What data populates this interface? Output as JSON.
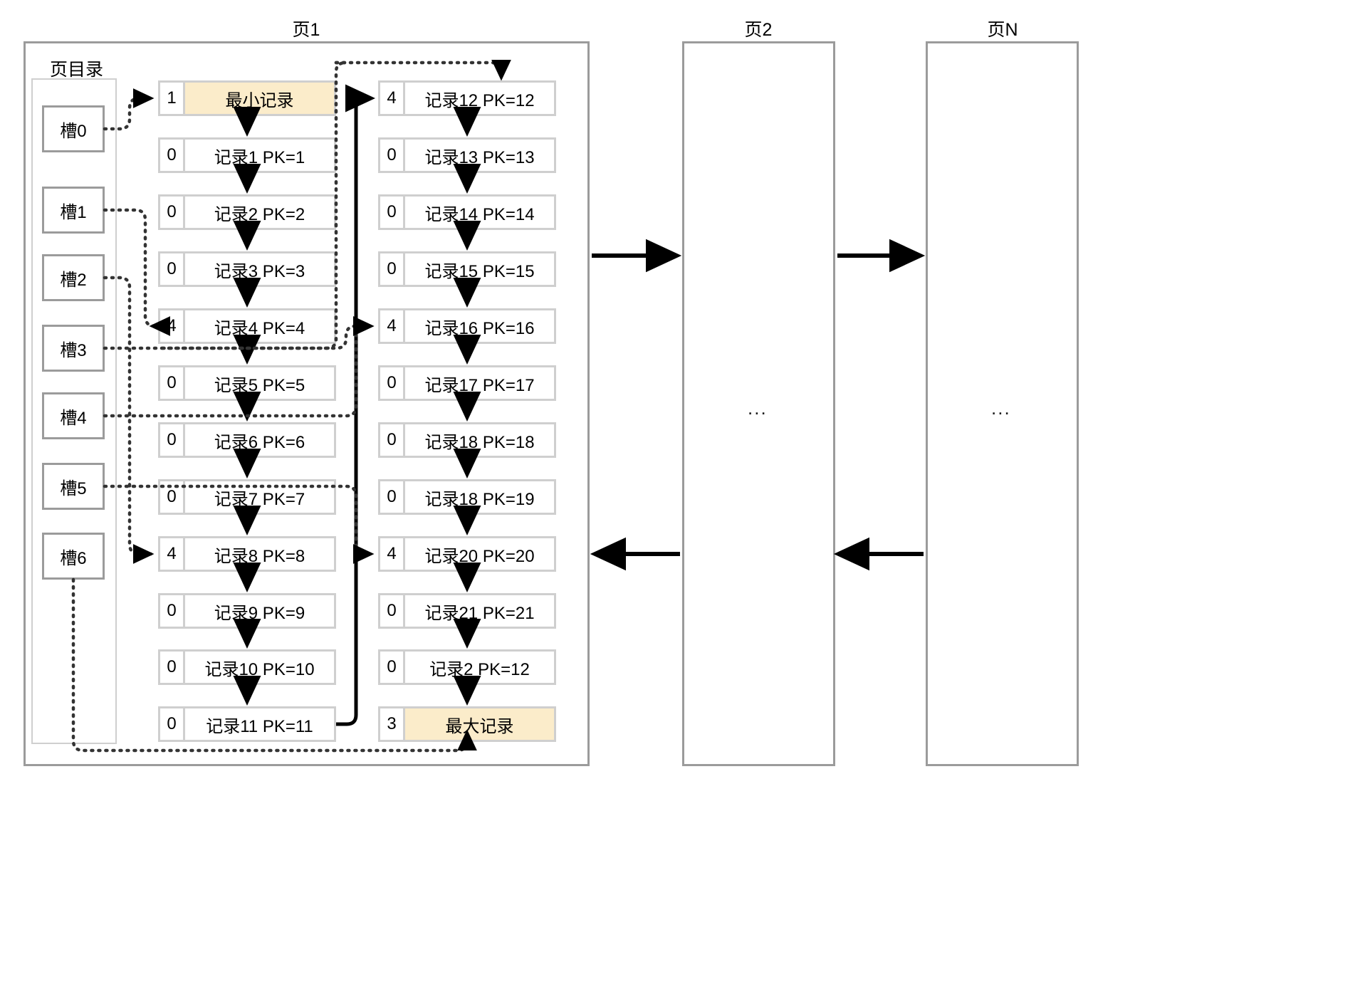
{
  "pages": [
    {
      "title": "页1"
    },
    {
      "title": "页2",
      "ellipsis": "..."
    },
    {
      "title": "页N",
      "ellipsis": "..."
    }
  ],
  "page_directory": {
    "label": "页目录",
    "slots": [
      {
        "label": "槽0"
      },
      {
        "label": "槽1"
      },
      {
        "label": "槽2"
      },
      {
        "label": "槽3"
      },
      {
        "label": "槽4"
      },
      {
        "label": "槽5"
      },
      {
        "label": "槽6"
      }
    ]
  },
  "records": {
    "left_column": [
      {
        "count": "1",
        "label": "最小记录",
        "highlight": true
      },
      {
        "count": "0",
        "label": "记录1 PK=1",
        "highlight": false
      },
      {
        "count": "0",
        "label": "记录2 PK=2",
        "highlight": false
      },
      {
        "count": "0",
        "label": "记录3 PK=3",
        "highlight": false
      },
      {
        "count": "4",
        "label": "记录4 PK=4",
        "highlight": false
      },
      {
        "count": "0",
        "label": "记录5 PK=5",
        "highlight": false
      },
      {
        "count": "0",
        "label": "记录6 PK=6",
        "highlight": false
      },
      {
        "count": "0",
        "label": "记录7 PK=7",
        "highlight": false
      },
      {
        "count": "4",
        "label": "记录8 PK=8",
        "highlight": false
      },
      {
        "count": "0",
        "label": "记录9 PK=9",
        "highlight": false
      },
      {
        "count": "0",
        "label": "记录10 PK=10",
        "highlight": false
      },
      {
        "count": "0",
        "label": "记录11 PK=11",
        "highlight": false
      }
    ],
    "right_column": [
      {
        "count": "4",
        "label": "记录12 PK=12",
        "highlight": false
      },
      {
        "count": "0",
        "label": "记录13 PK=13",
        "highlight": false
      },
      {
        "count": "0",
        "label": "记录14 PK=14",
        "highlight": false
      },
      {
        "count": "0",
        "label": "记录15 PK=15",
        "highlight": false
      },
      {
        "count": "4",
        "label": "记录16 PK=16",
        "highlight": false
      },
      {
        "count": "0",
        "label": "记录17 PK=17",
        "highlight": false
      },
      {
        "count": "0",
        "label": "记录18 PK=18",
        "highlight": false
      },
      {
        "count": "0",
        "label": "记录18 PK=19",
        "highlight": false
      },
      {
        "count": "4",
        "label": "记录20 PK=20",
        "highlight": false
      },
      {
        "count": "0",
        "label": "记录21 PK=21",
        "highlight": false
      },
      {
        "count": "0",
        "label": "记录2 PK=12",
        "highlight": false
      },
      {
        "count": "3",
        "label": "最大记录",
        "highlight": true
      }
    ]
  },
  "colors": {
    "highlight_fill": "#fbecca",
    "box_border": "#9b9b9b",
    "record_border": "#cfcfcf",
    "arrow": "#000000"
  }
}
